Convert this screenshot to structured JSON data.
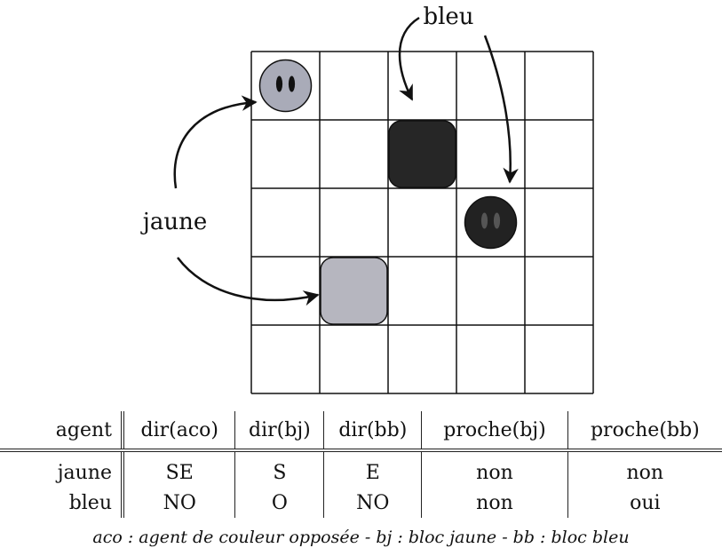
{
  "diagram": {
    "grid_rows": 5,
    "grid_cols": 5,
    "labels": {
      "top": "bleu",
      "left": "jaune"
    },
    "objects": [
      {
        "name": "agent-jaune",
        "kind": "agent",
        "color": "#a9abb8",
        "row": 0,
        "col": 0
      },
      {
        "name": "bloc-bleu",
        "kind": "block",
        "color": "#262626",
        "row": 1,
        "col": 2
      },
      {
        "name": "agent-bleu",
        "kind": "agent",
        "color": "#222222",
        "row": 2,
        "col": 3
      },
      {
        "name": "bloc-jaune",
        "kind": "block",
        "color": "#b6b6bf",
        "row": 3,
        "col": 1
      }
    ]
  },
  "table": {
    "headers": [
      "agent",
      "dir(aco)",
      "dir(bj)",
      "dir(bb)",
      "proche(bj)",
      "proche(bb)"
    ],
    "rows": [
      [
        "jaune",
        "SE",
        "S",
        "E",
        "non",
        "non"
      ],
      [
        "bleu",
        "NO",
        "O",
        "NO",
        "non",
        "oui"
      ]
    ]
  },
  "caption": "aco : agent de couleur opposée - bj : bloc jaune - bb : bloc bleu"
}
